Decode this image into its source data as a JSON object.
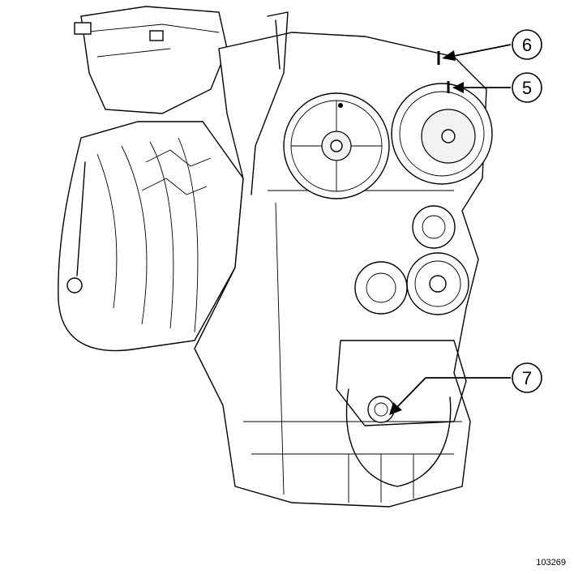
{
  "figure": {
    "reference_code": "103269",
    "callouts": [
      {
        "number": "6",
        "target": "camshaft-timing-mark-upper"
      },
      {
        "number": "5",
        "target": "camshaft-timing-mark-lower"
      },
      {
        "number": "7",
        "target": "crankshaft-timing-pin-hole"
      }
    ]
  },
  "colors": {
    "line": "#000000",
    "background": "#ffffff"
  }
}
